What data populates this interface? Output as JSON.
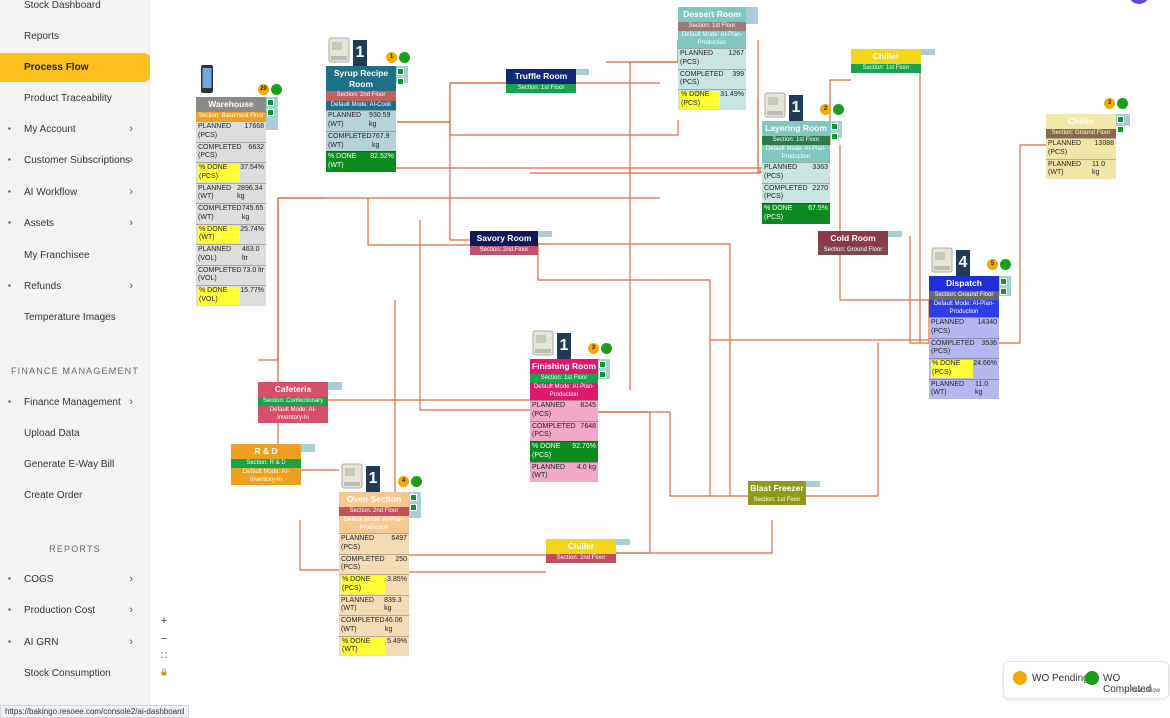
{
  "sidebar": {
    "items": [
      {
        "label": "Stock Dashboard",
        "icon": "",
        "chevron": false
      },
      {
        "label": "Reports",
        "icon": "",
        "chevron": false
      },
      {
        "label": "Process Flow",
        "icon": "",
        "chevron": false,
        "active": true
      },
      {
        "label": "Product Traceability",
        "icon": "",
        "chevron": false
      },
      {
        "label": "My Account",
        "icon": "grid-icon",
        "chevron": true
      },
      {
        "label": "Customer Subscriptions",
        "icon": "grid-icon",
        "chevron": true
      },
      {
        "label": "AI Workflow",
        "icon": "grid-icon",
        "chevron": true
      },
      {
        "label": "Assets",
        "icon": "grid-icon",
        "chevron": true
      },
      {
        "label": "My Franchisee",
        "icon": "",
        "chevron": false
      },
      {
        "label": "Refunds",
        "icon": "grid-icon",
        "chevron": true
      },
      {
        "label": "Temperature Images",
        "icon": "",
        "chevron": false
      }
    ],
    "finance_heading": "FINANCE MANAGEMENT",
    "finance_items": [
      {
        "label": "Finance Management",
        "icon": "grid-icon",
        "chevron": true
      },
      {
        "label": "Upload Data",
        "icon": "",
        "chevron": false
      },
      {
        "label": "Generate E-Way Bill",
        "icon": "",
        "chevron": false
      },
      {
        "label": "Create Order",
        "icon": "",
        "chevron": false
      }
    ],
    "reports_heading": "REPORTS",
    "report_items": [
      {
        "label": "COGS",
        "icon": "grid-icon",
        "chevron": true
      },
      {
        "label": "Production Cost",
        "icon": "grid-icon",
        "chevron": true
      },
      {
        "label": "AI GRN",
        "icon": "grid-icon",
        "chevron": true
      },
      {
        "label": "Stock Consumption",
        "icon": "",
        "chevron": false
      }
    ]
  },
  "nodes": {
    "warehouse": {
      "title": "Warehouse",
      "section": "Section: Basement Floor",
      "badge": "20",
      "rows": [
        [
          "PLANNED (PCS)",
          "17668"
        ],
        [
          "COMPLETED (PCS)",
          "6632"
        ],
        [
          "% DONE (PCS)",
          "37.54%"
        ],
        [
          "PLANNED (WT)",
          "2896.34 kg"
        ],
        [
          "COMPLETED (WT)",
          "745.65 kg"
        ],
        [
          "% DONE (WT)",
          "25.74%"
        ],
        [
          "PLANNED (VOL)",
          "463.0 ltr"
        ],
        [
          "COMPLETED (VOL)",
          "73.0 ltr"
        ],
        [
          "% DONE (VOL)",
          "15.77%"
        ]
      ]
    },
    "syrup": {
      "title": "Syrup Recipe Room",
      "section": "Section: 2nd Floor",
      "mode": "Default Mode: AI-Cook",
      "count": "1",
      "badge": "1",
      "rows": [
        [
          "PLANNED (WT)",
          "930.59 kg"
        ],
        [
          "COMPLETED (WT)",
          "767.9 kg"
        ],
        [
          "% DONE (WT)",
          "82.52%"
        ]
      ]
    },
    "truffle": {
      "title": "Truffle Room",
      "section": "Section: 1st Floor"
    },
    "dessert": {
      "title": "Dessert Room",
      "section": "Section: 1st Floor",
      "mode": "Default Mode: AI-Plan-Production",
      "rows": [
        [
          "PLANNED (PCS)",
          "1267"
        ],
        [
          "COMPLETED (PCS)",
          "399"
        ],
        [
          "% DONE (PCS)",
          "31.49%"
        ]
      ]
    },
    "chiller_top": {
      "title": "Chiller",
      "section": "Section: 1st Floor"
    },
    "layering": {
      "title": "Layering Room",
      "section": "Section: 1st Floor",
      "mode": "Default Mode: AI-Plan-Production",
      "count": "1",
      "badge": "2",
      "rows": [
        [
          "PLANNED (PCS)",
          "3363"
        ],
        [
          "COMPLETED (PCS)",
          "2270"
        ],
        [
          "% DONE (PCS)",
          "67.5%"
        ]
      ]
    },
    "chiller_right": {
      "title": "Chiller",
      "section": "Section: Ground Floor",
      "badge": "3",
      "rows": [
        [
          "PLANNED (PCS)",
          "13088"
        ],
        [
          "PLANNED (WT)",
          "11.0 kg"
        ]
      ]
    },
    "savory": {
      "title": "Savory Room",
      "section": "Section: 2nd Floor"
    },
    "cold": {
      "title": "Cold Room",
      "section": "Section: Ground Floor"
    },
    "dispatch": {
      "title": "Dispatch",
      "section": "Section: Ground Floor",
      "mode": "Default Mode: AI-Plan-Production",
      "count": "4",
      "badge": "5",
      "rows": [
        [
          "PLANNED (PCS)",
          "14340"
        ],
        [
          "COMPLETED (PCS)",
          "3536"
        ],
        [
          "% DONE (PCS)",
          "24.66%"
        ],
        [
          "PLANNED (WT)",
          "11.0 kg"
        ]
      ]
    },
    "cafeteria": {
      "title": "Cafeteria",
      "section": "Section: Confectionary",
      "mode": "Default Mode: AI-Inventory-In"
    },
    "finishing": {
      "title": "Finishing Room",
      "section": "Section: 1st Floor",
      "mode": "Default Mode: AI-Plan-Production",
      "count": "1",
      "badge": "3",
      "rows": [
        [
          "PLANNED (PCS)",
          "8245"
        ],
        [
          "COMPLETED (PCS)",
          "7648"
        ],
        [
          "% DONE (PCS)",
          "92.76%"
        ],
        [
          "PLANNED (WT)",
          "4.0 kg"
        ]
      ]
    },
    "rnd": {
      "title": "R & D",
      "section": "Section: R & D",
      "mode": "Default Mode: AI-Inventory-In"
    },
    "blast": {
      "title": "Blast Freezer",
      "section": "Section: 1st Floor"
    },
    "oven": {
      "title": "Oven Section",
      "section": "Section: 2nd Floor",
      "mode": "Default Mode: AI-Plan-Production",
      "count": "1",
      "badge": "4",
      "rows": [
        [
          "PLANNED (PCS)",
          "6497"
        ],
        [
          "COMPLETED (PCS)",
          "250"
        ],
        [
          "% DONE (PCS)",
          "3.85%"
        ],
        [
          "PLANNED (WT)",
          "839.3 kg"
        ],
        [
          "COMPLETED (WT)",
          "46.06 kg"
        ],
        [
          "% DONE (WT)",
          "5.49%"
        ]
      ]
    },
    "chiller_bottom": {
      "title": "Chiller",
      "section": "Section: 2nd Floor"
    }
  },
  "controls": {
    "zoom_in": "+",
    "zoom_out": "−",
    "fit": "⛶",
    "lock": "🔒"
  },
  "legend": {
    "pending": "WO Pending",
    "completed": "WO Completed",
    "attribution": "React Flow"
  },
  "status_url": "https://bakingo.resoee.com/console2/ai-dashboard",
  "colors": {
    "accent": "#fdc01e",
    "pending": "#f2a900",
    "completed": "#1b9e1b",
    "edge": "#e06a3a"
  }
}
